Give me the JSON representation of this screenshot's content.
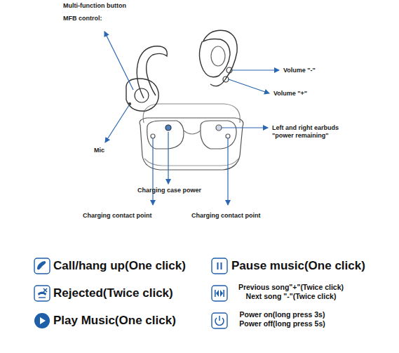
{
  "diagram": {
    "labels": [
      "Multi-function button",
      "MFB control:",
      "Volume \"-\"",
      "Volume \"+\"",
      "Left and right earbuds \"power remaining\"",
      "Mic",
      "Charging case power",
      "Charging contact point",
      "Charging contact point"
    ],
    "legend": [
      {
        "text": "Call/hang up(One click)"
      },
      {
        "text": "Pause music(One click)"
      },
      {
        "text": "Rejected(Twice click)"
      },
      {
        "text": "Previous song\"+\"(Twice click) Next song \"-\"(Twice click)"
      },
      {
        "text": "Play Music(One click)"
      },
      {
        "text": "Power on(long press 3s) Power off(long press 5s)"
      }
    ]
  }
}
